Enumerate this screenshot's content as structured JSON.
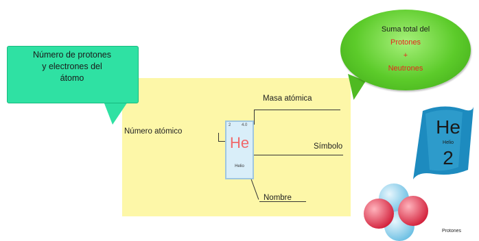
{
  "callout_left": {
    "line1": "Número de protones",
    "line2": "y electrones del",
    "line3": "átomo"
  },
  "callout_right": {
    "line1": "Suma total del",
    "line2": "Protones",
    "line3": "+",
    "line4": "Neutrones"
  },
  "element_card": {
    "atomic_number": "2",
    "atomic_mass": "4.0",
    "symbol": "He",
    "name": "Helio"
  },
  "labels": {
    "atomic_mass": "Masa atómica",
    "atomic_number": "Número atómico",
    "symbol": "Símbolo",
    "name": "Nombre"
  },
  "blue_card": {
    "symbol": "He",
    "name": "Helio",
    "number": "2"
  },
  "nucleus": {
    "label": "Protones"
  },
  "colors": {
    "yellow_panel": "#fdf7a8",
    "teal_callout": "#2fe1a3",
    "green_callout": "#5ccb2a",
    "red_text": "#e8251c",
    "card_bg": "#d9eef9",
    "blue_card": "#1d8bbf",
    "proton": "#e23a4e",
    "neutron": "#8fd0ec"
  }
}
